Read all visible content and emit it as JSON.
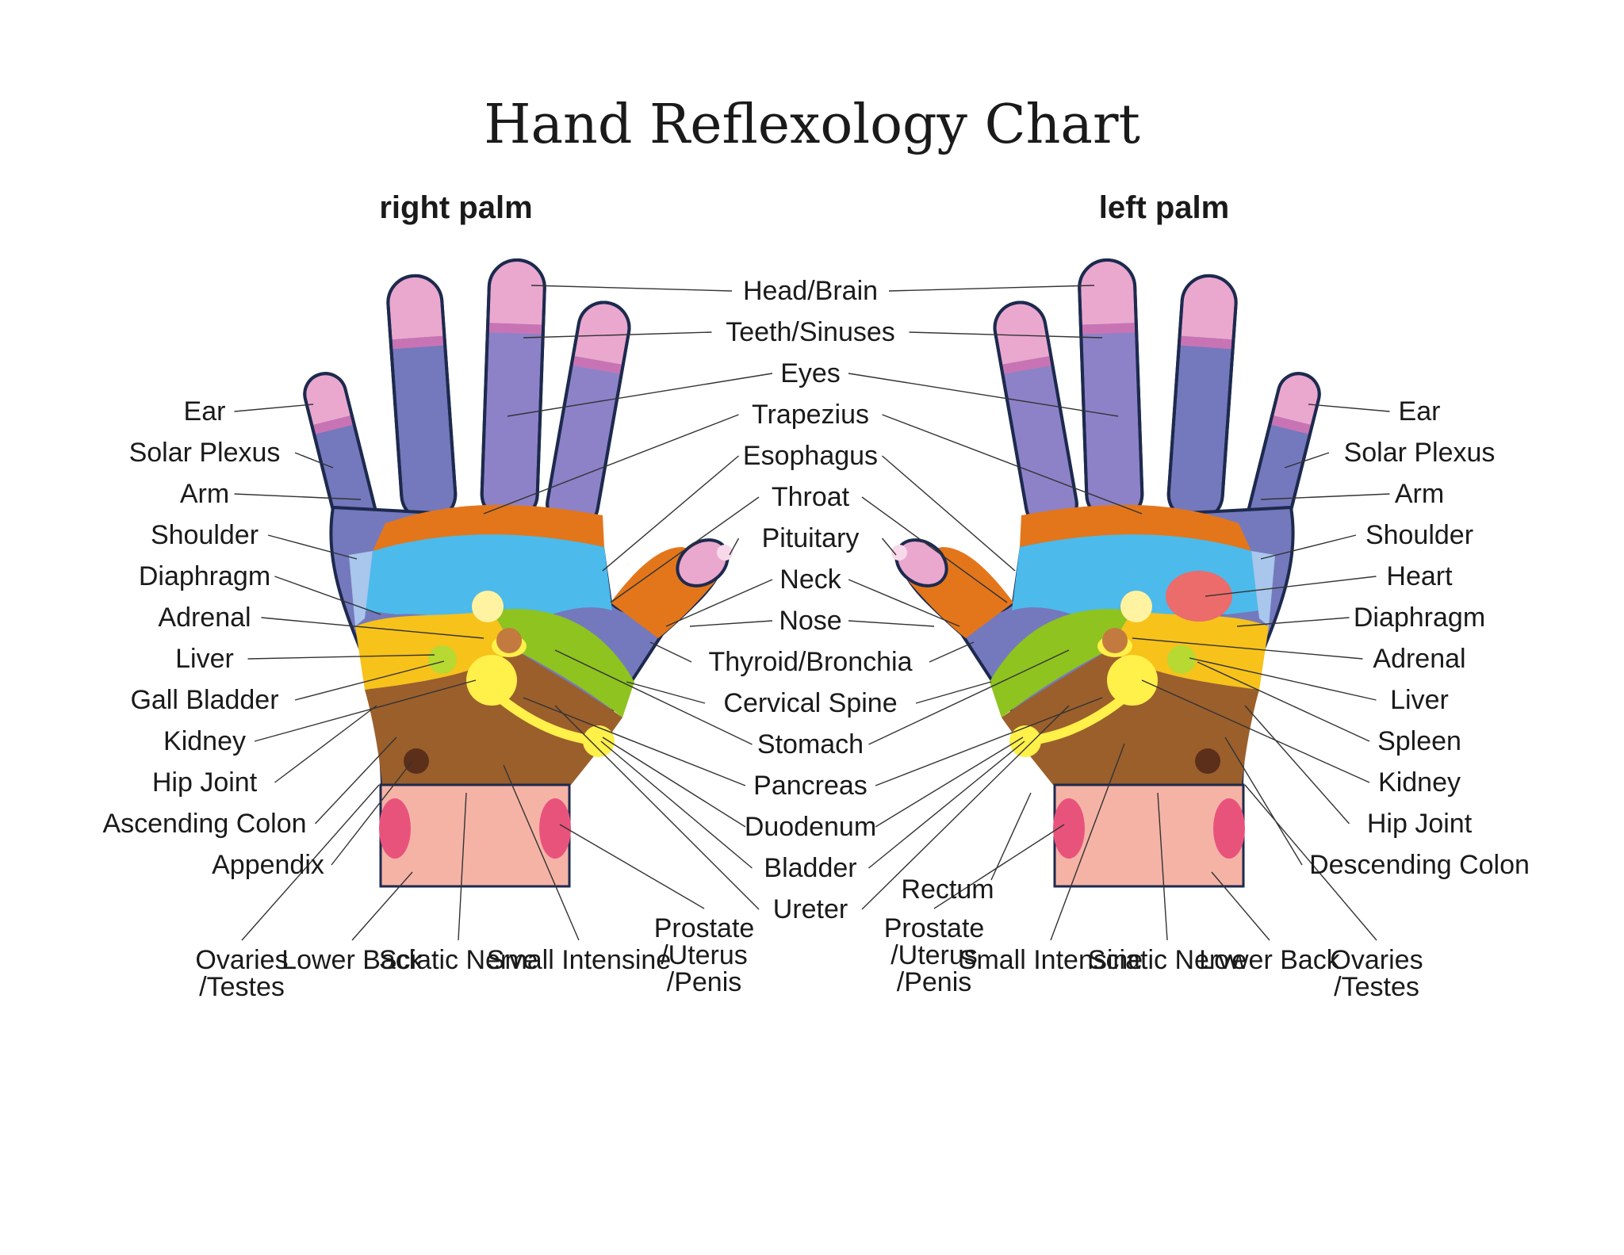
{
  "title": "Hand Reflexology Chart",
  "palms": {
    "right": "right palm",
    "left": "left palm"
  },
  "colors": {
    "finger_tip_pink": "#eaa8cf",
    "finger_purple": "#8d82c8",
    "finger_blue": "#7479bd",
    "orange_band": "#e3761b",
    "light_blue": "#4cbaeb",
    "yellow": "#f7c21a",
    "green": "#8fc31f",
    "brown": "#9b5f2c",
    "wrist_pink": "#f5b3a6",
    "wrist_spot": "#e8537c",
    "outline": "#1d2a4e"
  },
  "labels": {
    "center": [
      "Head/Brain",
      "Teeth/Sinuses",
      "Eyes",
      "Trapezius",
      "Esophagus",
      "Throat",
      "Pituitary",
      "Neck",
      "Nose",
      "Thyroid/Bronchia",
      "Cervical Spine",
      "Stomach",
      "Pancreas",
      "Duodenum",
      "Bladder",
      "Ureter"
    ],
    "right_side": [
      "Ear",
      "Solar Plexus",
      "Arm",
      "Shoulder",
      "Diaphragm",
      "Adrenal",
      "Liver",
      "Gall Bladder",
      "Kidney",
      "Hip Joint",
      "Ascending Colon",
      "Appendix"
    ],
    "left_side": [
      "Ear",
      "Solar Plexus",
      "Arm",
      "Shoulder",
      "Heart",
      "Diaphragm",
      "Adrenal",
      "Liver",
      "Spleen",
      "Kidney",
      "Hip Joint",
      "Descending Colon"
    ],
    "rectum": "Rectum",
    "right_bottom": [
      "Ovaries /Testes",
      "Lower Back",
      "Sciatic Nerve",
      "Small Intensine",
      "Prostate /Uterus /Penis"
    ],
    "left_bottom": [
      "Prostate /Uterus /Penis",
      "Small Intensine",
      "Sciatic Nerve",
      "Lower Back",
      "Ovaries /Testes"
    ]
  }
}
